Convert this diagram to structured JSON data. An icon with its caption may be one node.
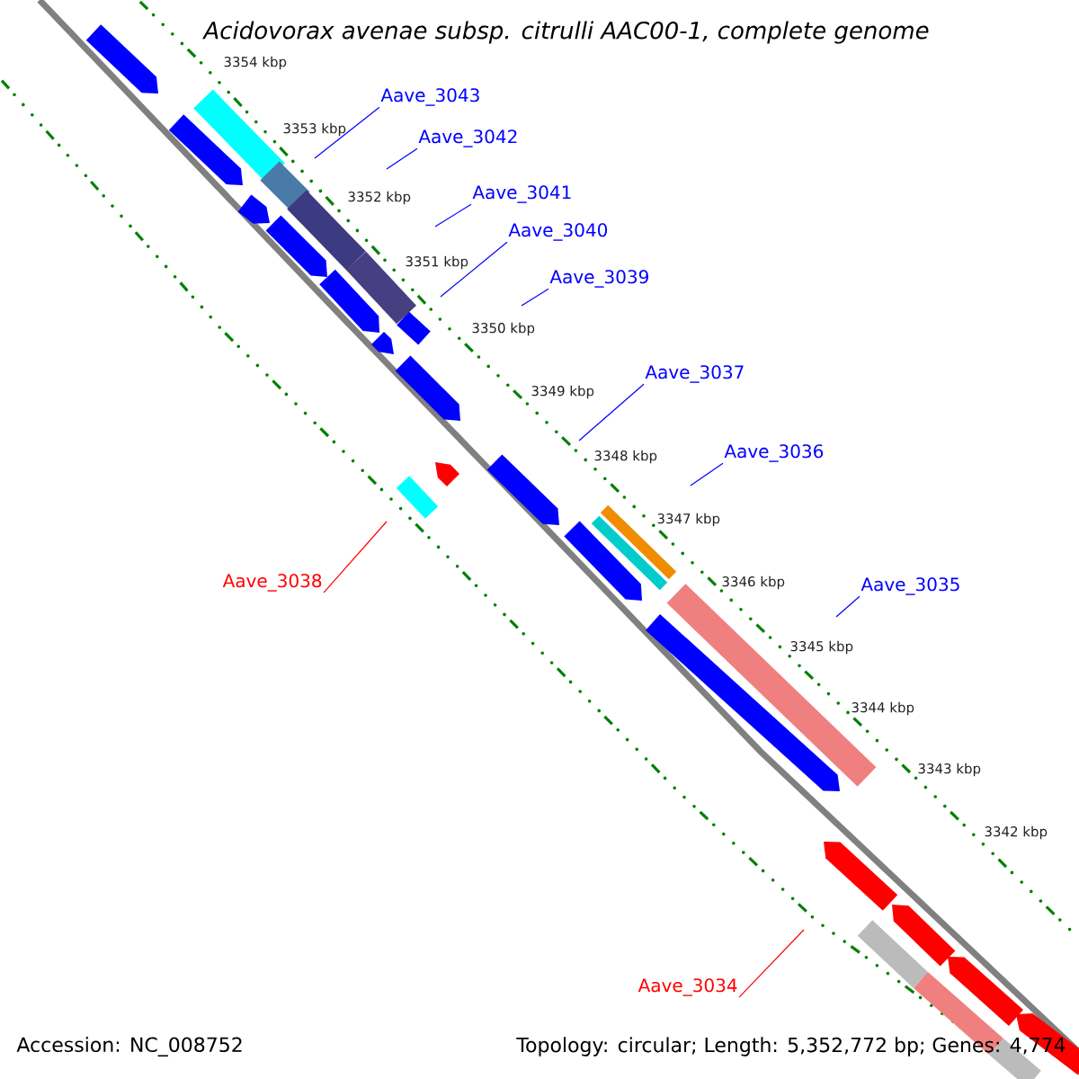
{
  "diagram": {
    "title": "Acidovorax avenae subsp. citrulli AAC00-1, complete genome",
    "nodes": [
      {
        "text": [
          "Aave_3043"
        ]
      },
      {
        "text": [
          "Aave_3042"
        ]
      },
      {
        "text": [
          "Aave_3041"
        ]
      },
      {
        "text": [
          "Aave_3040"
        ]
      },
      {
        "text": [
          "Aave_3039"
        ]
      },
      {
        "text": [
          "Aave_3037"
        ]
      },
      {
        "text": [
          "Aave_3036"
        ]
      },
      {
        "text": [
          "Aave_3038"
        ]
      },
      {
        "text": [
          "Aave_3035"
        ]
      },
      {
        "text": [
          "Aave_3034"
        ]
      }
    ],
    "edges": [
      {
        "from": 0,
        "to": null,
        "arrow": "none"
      },
      {
        "from": 1,
        "to": null,
        "arrow": "none"
      },
      {
        "from": 2,
        "to": null,
        "arrow": "none"
      },
      {
        "from": 3,
        "to": null,
        "arrow": "none"
      },
      {
        "from": 4,
        "to": null,
        "arrow": "none"
      },
      {
        "from": 5,
        "to": null,
        "arrow": "none"
      },
      {
        "from": 6,
        "to": null,
        "arrow": "none"
      },
      {
        "from": 7,
        "to": null,
        "arrow": "none",
        "color": "#ff0000"
      },
      {
        "from": 8,
        "to": null,
        "arrow": "none"
      },
      {
        "from": 9,
        "to": null,
        "arrow": "none",
        "color": "#ff0000"
      }
    ],
    "labels": [
      "3354 kbp",
      "3353 kbp",
      "3352 kbp",
      "3351 kbp",
      "3350 kbp",
      "3349 kbp",
      "3348 kbp",
      "3347 kbp",
      "3346 kbp",
      "3345 kbp",
      "3344 kbp",
      "3343 kbp",
      "3342 kbp",
      "Accession: NC_008752",
      "Topology: circular; Length: 5,352,772 bp; Genes: 4,774"
    ]
  }
}
